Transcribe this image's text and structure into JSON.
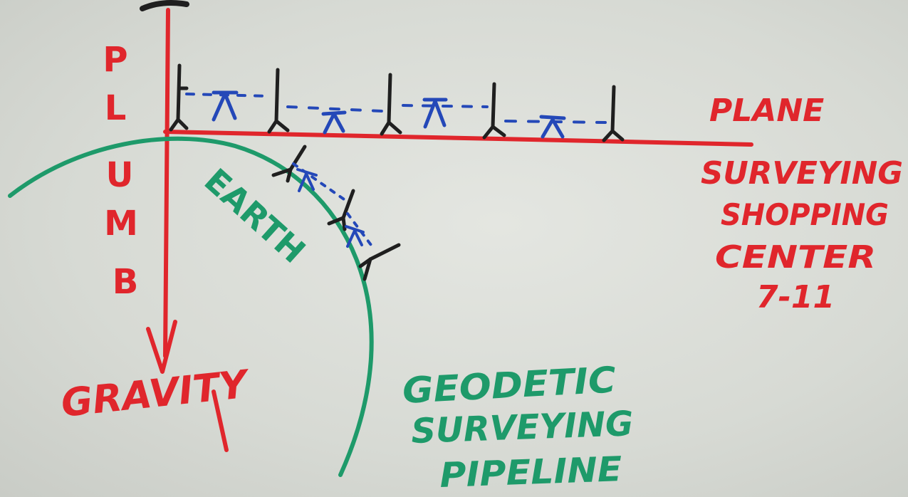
{
  "labels": {
    "plumb_letters": [
      "P",
      "L",
      "U",
      "M",
      "B"
    ],
    "gravity": "GRAVITY",
    "earth": "EARTH",
    "plane_lines": [
      "PLANE",
      "SURVEYING",
      "SHOPPING",
      "CENTER",
      "7-11"
    ],
    "geodetic_lines": [
      "GEODETIC",
      "SURVEYING",
      "PIPELINE"
    ]
  },
  "colors": {
    "red": "#e0262c",
    "green": "#1e9a6a",
    "blue": "#2448b8",
    "black": "#1f1f1f",
    "board": "#dcdfd9"
  },
  "icons": {
    "instrument": "tripod-icon",
    "level": "level-symbol-icon"
  }
}
